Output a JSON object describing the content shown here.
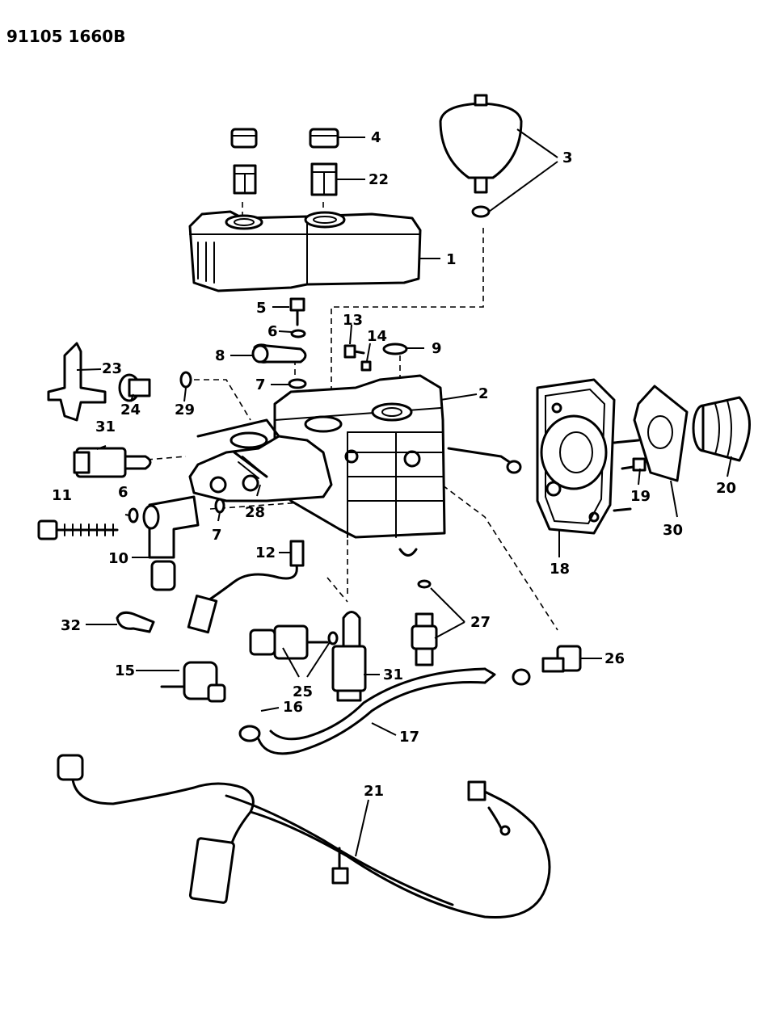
{
  "drawing_code": "91105 1660B",
  "callouts": [
    "1",
    "2",
    "3",
    "4",
    "5",
    "6",
    "7",
    "8",
    "9",
    "10",
    "11",
    "12",
    "13",
    "14",
    "15",
    "16",
    "17",
    "18",
    "19",
    "20",
    "21",
    "22",
    "23",
    "24",
    "25",
    "26",
    "27",
    "28",
    "29",
    "30",
    "31",
    "32"
  ],
  "labels": {
    "c1": "1",
    "c2": "2",
    "c3": "3",
    "c4": "4",
    "c5": "5",
    "c6a": "6",
    "c6b": "6",
    "c7a": "7",
    "c7b": "7",
    "c8": "8",
    "c9": "9",
    "c10": "10",
    "c11": "11",
    "c12": "12",
    "c13": "13",
    "c14": "14",
    "c15": "15",
    "c16": "16",
    "c17": "17",
    "c18": "18",
    "c19": "19",
    "c20": "20",
    "c21": "21",
    "c22": "22",
    "c23": "23",
    "c24": "24",
    "c25": "25",
    "c26": "26",
    "c27": "27",
    "c28": "28",
    "c29": "29",
    "c30": "30",
    "c31a": "31",
    "c31b": "31",
    "c32": "32"
  }
}
